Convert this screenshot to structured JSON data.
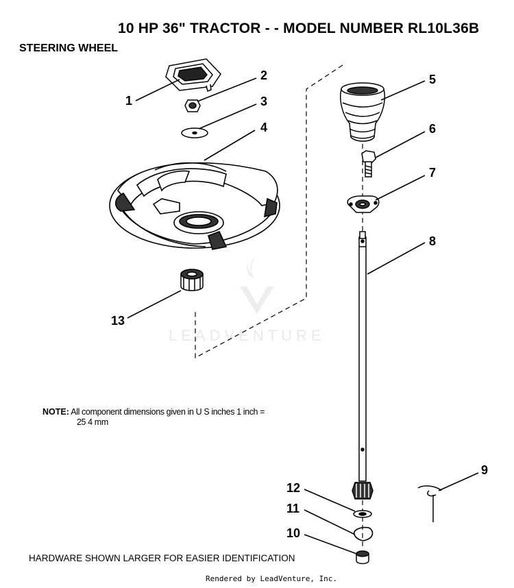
{
  "title": "10 HP 36\" TRACTOR - - MODEL NUMBER RL10L36B",
  "section_title": "STEERING WHEEL",
  "note": {
    "label": "NOTE:",
    "line1": "All component dimensions given in U S  inches 1 inch =",
    "line2": "25 4 mm"
  },
  "hardware_note": "HARDWARE SHOWN LARGER FOR EASIER IDENTIFICATION",
  "footer": "Rendered by LeadVenture, Inc.",
  "watermark": "LEADVENTURE",
  "callouts": {
    "c1": "1",
    "c2": "2",
    "c3": "3",
    "c4": "4",
    "c5": "5",
    "c6": "6",
    "c7": "7",
    "c8": "8",
    "c9": "9",
    "c10": "10",
    "c11": "11",
    "c12": "12",
    "c13": "13"
  }
}
